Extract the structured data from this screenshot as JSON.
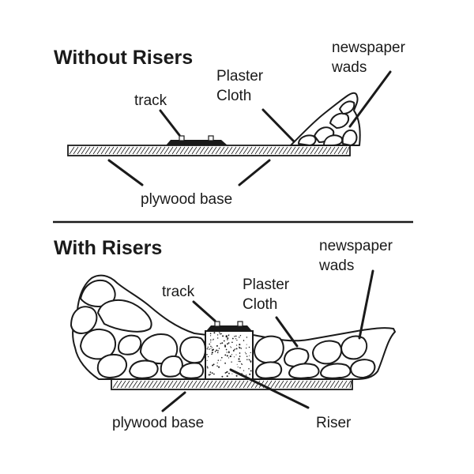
{
  "top_panel": {
    "heading": "Without Risers",
    "labels": {
      "track": "track",
      "plaster_line1": "Plaster",
      "plaster_line2": "Cloth",
      "newspaper_line1": "newspaper",
      "newspaper_line2": "wads",
      "plywood": "plywood base"
    }
  },
  "bottom_panel": {
    "heading": "With Risers",
    "labels": {
      "track": "track",
      "plaster_line1": "Plaster",
      "plaster_line2": "Cloth",
      "newspaper_line1": "newspaper",
      "newspaper_line2": "wads",
      "plywood": "plywood base",
      "riser": "Riser"
    }
  }
}
